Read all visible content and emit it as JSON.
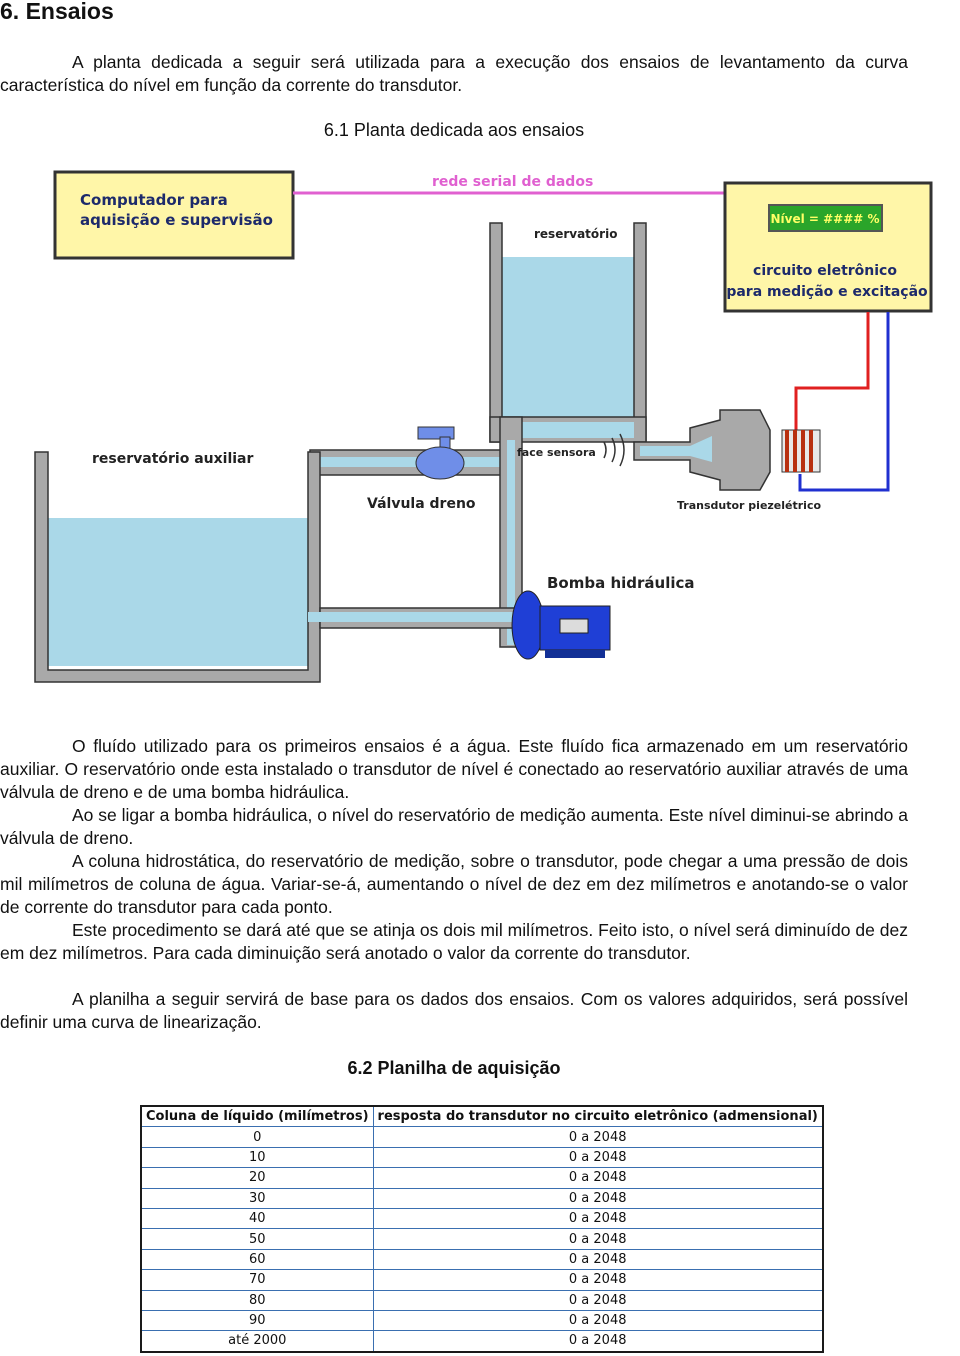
{
  "section_title": "6. Ensaios",
  "intro": "A planta dedicada a seguir será utilizada para a execução dos ensaios de levantamento da curva característica do nível em função da corrente do transdutor.",
  "subsection1_title": "6.1 Planta dedicada aos ensaios",
  "diagram": {
    "computer_label_1": "Computador para",
    "computer_label_2": "aquisição e supervisão",
    "serial_label": "rede serial de dados",
    "display_text": "Nível = #### %",
    "circuit_label_1": "circuito eletrônico",
    "circuit_label_2": "para medição e excitação",
    "reservoir_label": "reservatório",
    "aux_reservoir_label": "reservatório auxiliar",
    "face_label": "face sensora",
    "valve_label": "Válvula dreno",
    "transducer_label": "Transdutor piezelétrico",
    "pump_label": "Bomba hidráulica",
    "colors": {
      "water": "#aad8e8",
      "wall": "#a9a9a9",
      "pump": "#1f3fd6",
      "valve": "#6f8ee8",
      "yellow": "#fff6a8",
      "red_wire": "#e02020",
      "blue_wire": "#2030d0",
      "magenta": "#e060d0",
      "coil": "#b83010"
    }
  },
  "paragraphs": [
    "O fluído utilizado para os primeiros ensaios é a água. Este fluído fica armazenado em um reservatório auxiliar. O reservatório onde esta instalado o transdutor de nível é conectado ao reservatório auxiliar através de uma válvula de dreno e de uma bomba hidráulica.",
    "Ao se ligar a bomba hidráulica, o nível do reservatório de medição aumenta. Este nível diminui-se abrindo a válvula de dreno.",
    "A coluna hidrostática, do reservatório de medição, sobre o transdutor, pode chegar a uma pressão de dois mil milímetros de coluna de água. Variar-se-á, aumentando o nível de dez em dez milímetros e anotando-se o valor de corrente do transdutor para cada ponto.",
    "Este procedimento se dará até que se atinja os dois mil milímetros. Feito isto, o nível será diminuído de dez em dez milímetros. Para cada diminuição será anotado o valor da corrente do transdutor.",
    "A planilha a seguir servirá de base para os dados dos ensaios. Com os valores adquiridos, será possível definir uma curva de linearização."
  ],
  "subsection2_prefix": "6.2",
  "subsection2_title": "Planilha de aquisição",
  "table": {
    "headers": [
      "Coluna de líquido (milímetros)",
      "resposta do transdutor no circuito eletrônico (admensional)"
    ],
    "rows": [
      [
        "0",
        "0 a 2048"
      ],
      [
        "10",
        "0 a 2048"
      ],
      [
        "20",
        "0 a 2048"
      ],
      [
        "30",
        "0 a 2048"
      ],
      [
        "40",
        "0 a 2048"
      ],
      [
        "50",
        "0 a 2048"
      ],
      [
        "60",
        "0 a 2048"
      ],
      [
        "70",
        "0 a 2048"
      ],
      [
        "80",
        "0 a 2048"
      ],
      [
        "90",
        "0 a 2048"
      ],
      [
        "até 2000",
        "0 a 2048"
      ]
    ]
  }
}
